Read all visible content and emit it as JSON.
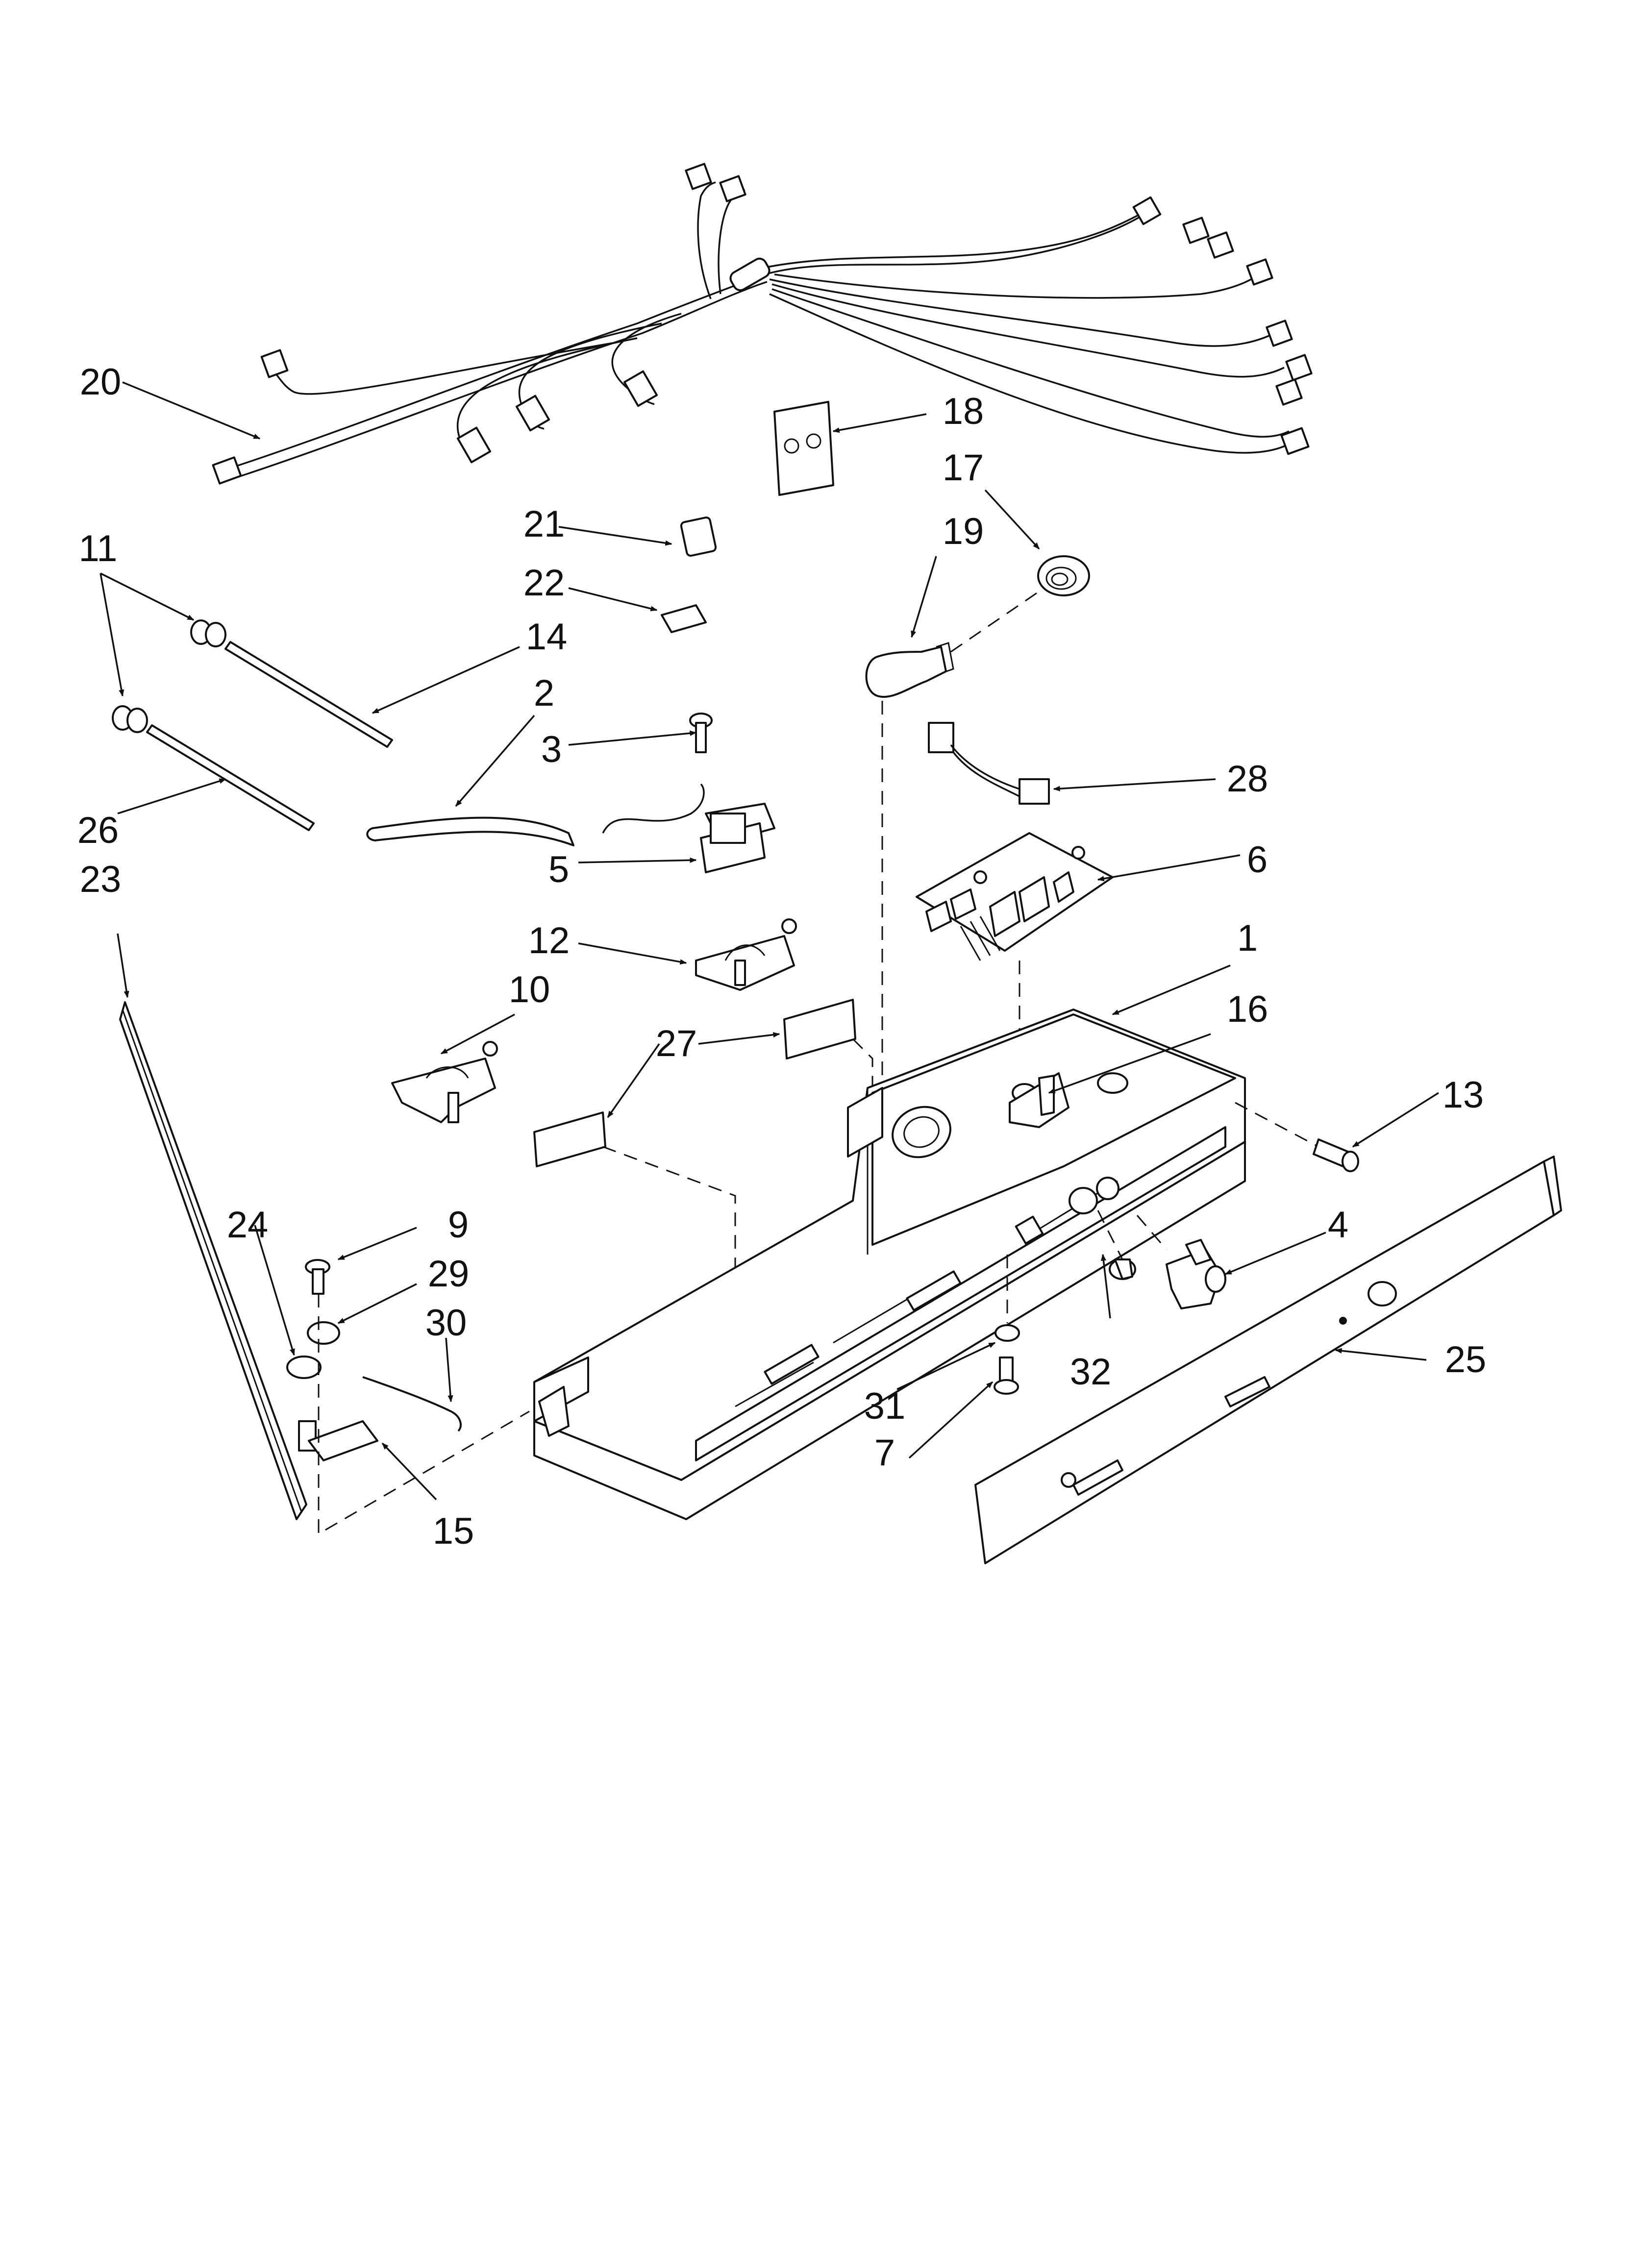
{
  "callouts": [
    {
      "id": "p1",
      "label": "1"
    },
    {
      "id": "p2",
      "label": "2"
    },
    {
      "id": "p3",
      "label": "3"
    },
    {
      "id": "p4",
      "label": "4"
    },
    {
      "id": "p5",
      "label": "5"
    },
    {
      "id": "p6",
      "label": "6"
    },
    {
      "id": "p7",
      "label": "7"
    },
    {
      "id": "p9",
      "label": "9"
    },
    {
      "id": "p10",
      "label": "10"
    },
    {
      "id": "p11",
      "label": "11"
    },
    {
      "id": "p12",
      "label": "12"
    },
    {
      "id": "p13",
      "label": "13"
    },
    {
      "id": "p14",
      "label": "14"
    },
    {
      "id": "p15",
      "label": "15"
    },
    {
      "id": "p16",
      "label": "16"
    },
    {
      "id": "p17",
      "label": "17"
    },
    {
      "id": "p18",
      "label": "18"
    },
    {
      "id": "p19",
      "label": "19"
    },
    {
      "id": "p20",
      "label": "20"
    },
    {
      "id": "p21",
      "label": "21"
    },
    {
      "id": "p22",
      "label": "22"
    },
    {
      "id": "p23",
      "label": "23"
    },
    {
      "id": "p24",
      "label": "24"
    },
    {
      "id": "p25",
      "label": "25"
    },
    {
      "id": "p26",
      "label": "26"
    },
    {
      "id": "p27",
      "label": "27"
    },
    {
      "id": "p28",
      "label": "28"
    },
    {
      "id": "p29",
      "label": "29"
    },
    {
      "id": "p30",
      "label": "30"
    },
    {
      "id": "p31",
      "label": "31"
    },
    {
      "id": "p32",
      "label": "32"
    }
  ]
}
